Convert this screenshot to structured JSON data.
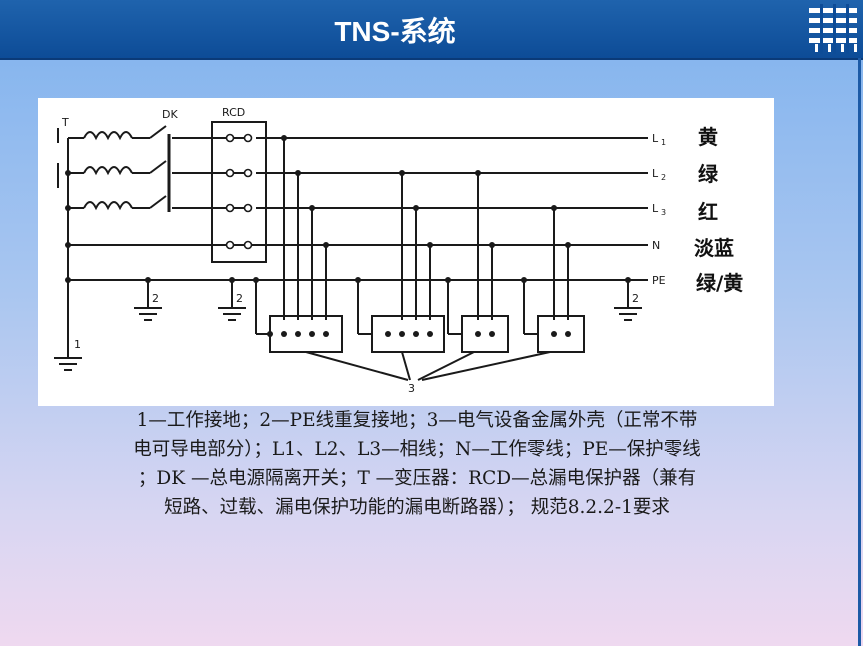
{
  "slide": {
    "title": "TNS-系统"
  },
  "diagram": {
    "labels": {
      "transformer": "T",
      "switch": "DK",
      "rcd": "RCD",
      "l1": "L",
      "l1_sub": "1",
      "l2": "L",
      "l2_sub": "2",
      "l3": "L",
      "l3_sub": "3",
      "n": "N",
      "pe": "PE",
      "ground_1": "1",
      "ground_2a": "2",
      "ground_2b": "2",
      "ground_2c": "2",
      "enclosure": "3"
    },
    "colors": {
      "l1": "黄",
      "l2": "绿",
      "l3": "红",
      "n": "淡蓝",
      "pe": "绿/黄"
    }
  },
  "caption": {
    "line1": "1—工作接地；2—PE线重复接地；3—电气设备金属外壳（正常不带",
    "line2": "电可导电部分）；L1、L2、L3—相线；N—工作零线；PE—保护零线",
    "line3": "；DK —总电源隔离开关；T —变压器：RCD—总漏电保护器（兼有",
    "line4": "短路、过载、漏电保护功能的漏电断路器）；  规范8.2.2-1要求"
  }
}
